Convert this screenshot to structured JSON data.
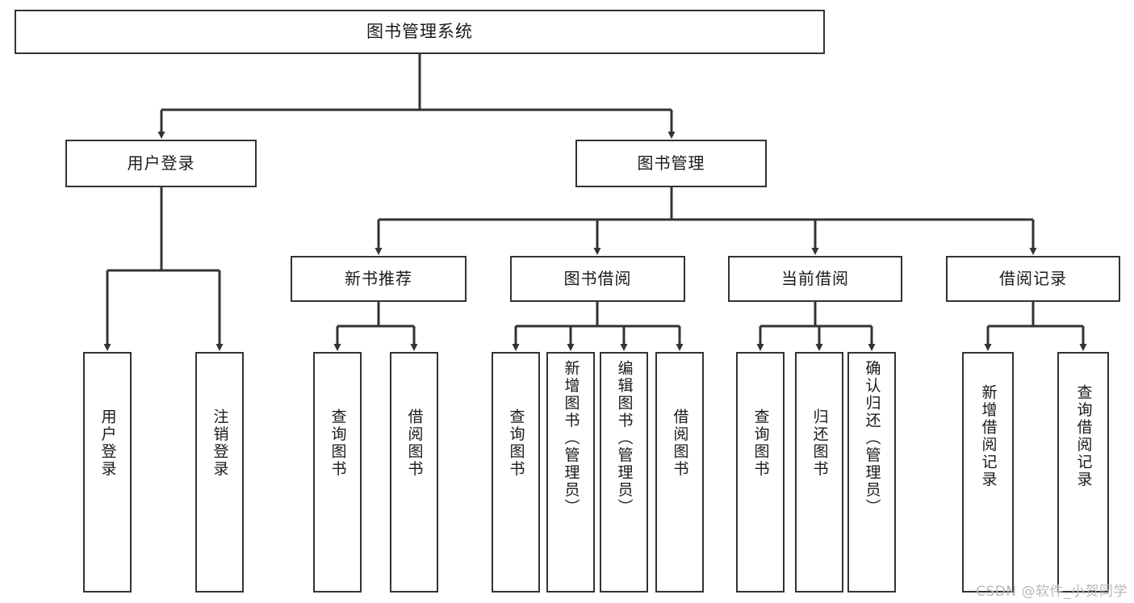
{
  "diagram": {
    "type": "tree-hierarchy-chart",
    "title": "图书管理系统",
    "watermark": "CSDN @软件_小贺同学",
    "colors": {
      "box_border": "#333333",
      "box_fill": "#ffffff",
      "edge": "#333333",
      "text": "#1a1a1a",
      "watermark": "#b9b9b9",
      "background": "#ffffff"
    },
    "levels": {
      "level0": [
        "图书管理系统"
      ],
      "level1": [
        "用户登录",
        "图书管理"
      ],
      "level2": [
        "新书推荐",
        "图书借阅",
        "当前借阅",
        "借阅记录"
      ],
      "level3": [
        "用户登录",
        "注销登录",
        "查询图书",
        "借阅图书",
        "查询图书",
        "新增图书（管理员）",
        "编辑图书（管理员）",
        "借阅图书",
        "查询图书",
        "归还图书",
        "确认归还（管理员）",
        "新增借阅记录",
        "查询借阅记录"
      ]
    },
    "nodes": {
      "root": {
        "label": "图书管理系统"
      },
      "user_login": {
        "label": "用户登录"
      },
      "book_manage": {
        "label": "图书管理"
      },
      "new_book_rec": {
        "label": "新书推荐"
      },
      "book_borrow": {
        "label": "图书借阅"
      },
      "current_borrow": {
        "label": "当前借阅"
      },
      "borrow_record": {
        "label": "借阅记录"
      },
      "leaf_user_login": {
        "label": "用户登录"
      },
      "leaf_logout": {
        "label": "注销登录"
      },
      "leaf_query_book_1": {
        "label": "查询图书"
      },
      "leaf_borrow_book_1": {
        "label": "借阅图书"
      },
      "leaf_query_book_2": {
        "label": "查询图书"
      },
      "leaf_add_book_admin": {
        "label": "新增图书（管理员）"
      },
      "leaf_edit_book_admin": {
        "label": "编辑图书（管理员）"
      },
      "leaf_borrow_book_2": {
        "label": "借阅图书"
      },
      "leaf_query_book_3": {
        "label": "查询图书"
      },
      "leaf_return_book": {
        "label": "归还图书"
      },
      "leaf_confirm_return_admin": {
        "label": "确认归还（管理员）"
      },
      "leaf_add_borrow_record": {
        "label": "新增借阅记录"
      },
      "leaf_query_borrow_record": {
        "label": "查询借阅记录"
      }
    },
    "edges": [
      {
        "from": "图书管理系统",
        "to": "用户登录"
      },
      {
        "from": "图书管理系统",
        "to": "图书管理"
      },
      {
        "from": "用户登录",
        "to": "用户登录"
      },
      {
        "from": "用户登录",
        "to": "注销登录"
      },
      {
        "from": "图书管理",
        "to": "新书推荐"
      },
      {
        "from": "图书管理",
        "to": "图书借阅"
      },
      {
        "from": "图书管理",
        "to": "当前借阅"
      },
      {
        "from": "图书管理",
        "to": "借阅记录"
      },
      {
        "from": "新书推荐",
        "to": "查询图书"
      },
      {
        "from": "新书推荐",
        "to": "借阅图书"
      },
      {
        "from": "图书借阅",
        "to": "查询图书"
      },
      {
        "from": "图书借阅",
        "to": "新增图书（管理员）"
      },
      {
        "from": "图书借阅",
        "to": "编辑图书（管理员）"
      },
      {
        "from": "图书借阅",
        "to": "借阅图书"
      },
      {
        "from": "当前借阅",
        "to": "查询图书"
      },
      {
        "from": "当前借阅",
        "to": "归还图书"
      },
      {
        "from": "当前借阅",
        "to": "确认归还（管理员）"
      },
      {
        "from": "借阅记录",
        "to": "新增借阅记录"
      },
      {
        "from": "借阅记录",
        "to": "查询借阅记录"
      }
    ]
  }
}
